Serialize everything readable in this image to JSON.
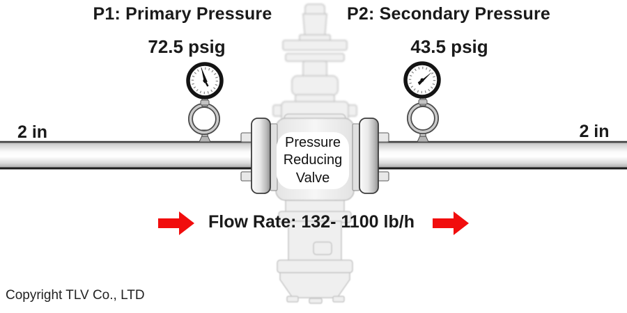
{
  "p1": {
    "title": "P1: Primary Pressure",
    "value": "72.5 psig"
  },
  "p2": {
    "title": "P2: Secondary Pressure",
    "value": "43.5 psig"
  },
  "pipe": {
    "size_left": "2 in",
    "size_right": "2 in"
  },
  "valve": {
    "label": "Pressure Reducing Valve"
  },
  "flow": {
    "label": "Flow Rate: 132- 1100 lb/h"
  },
  "footer": {
    "copyright": "Copyright TLV Co., LTD"
  },
  "colors": {
    "arrow": "#f10d0d",
    "text": "#1a1a1a",
    "pipe_edge": "#222222"
  }
}
